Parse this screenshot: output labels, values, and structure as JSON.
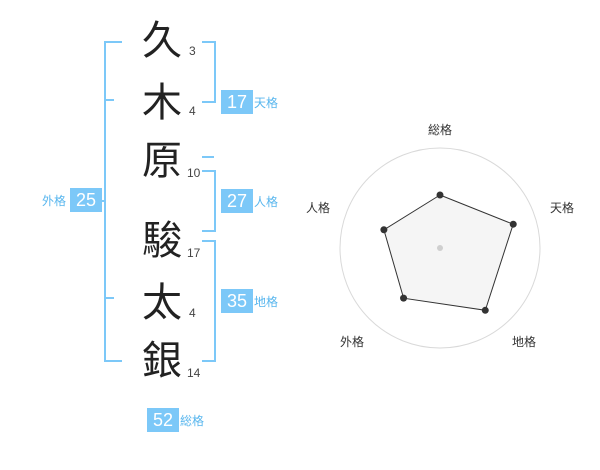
{
  "name_chars": [
    {
      "char": "久",
      "strokes": "3"
    },
    {
      "char": "木",
      "strokes": "4"
    },
    {
      "char": "原",
      "strokes": "10"
    },
    {
      "char": "駿",
      "strokes": "17"
    },
    {
      "char": "太",
      "strokes": "4"
    },
    {
      "char": "銀",
      "strokes": "14"
    }
  ],
  "scores": {
    "tenkaku": {
      "value": "17",
      "label": "天格"
    },
    "jinkaku": {
      "value": "27",
      "label": "人格"
    },
    "chikaku": {
      "value": "35",
      "label": "地格"
    },
    "gaikaku": {
      "value": "25",
      "label": "外格"
    },
    "soukaku": {
      "value": "52",
      "label": "総格"
    }
  },
  "radar": {
    "axes": [
      "総格",
      "天格",
      "地格",
      "外格",
      "人格"
    ],
    "levels": 5,
    "values": [
      0.53,
      0.77,
      0.77,
      0.62,
      0.59
    ]
  },
  "colors": {
    "accent": "#7cc8f8",
    "accent_text": "#58b6ee",
    "radar_fill": "#f2f2f2",
    "radar_line": "#333333"
  }
}
